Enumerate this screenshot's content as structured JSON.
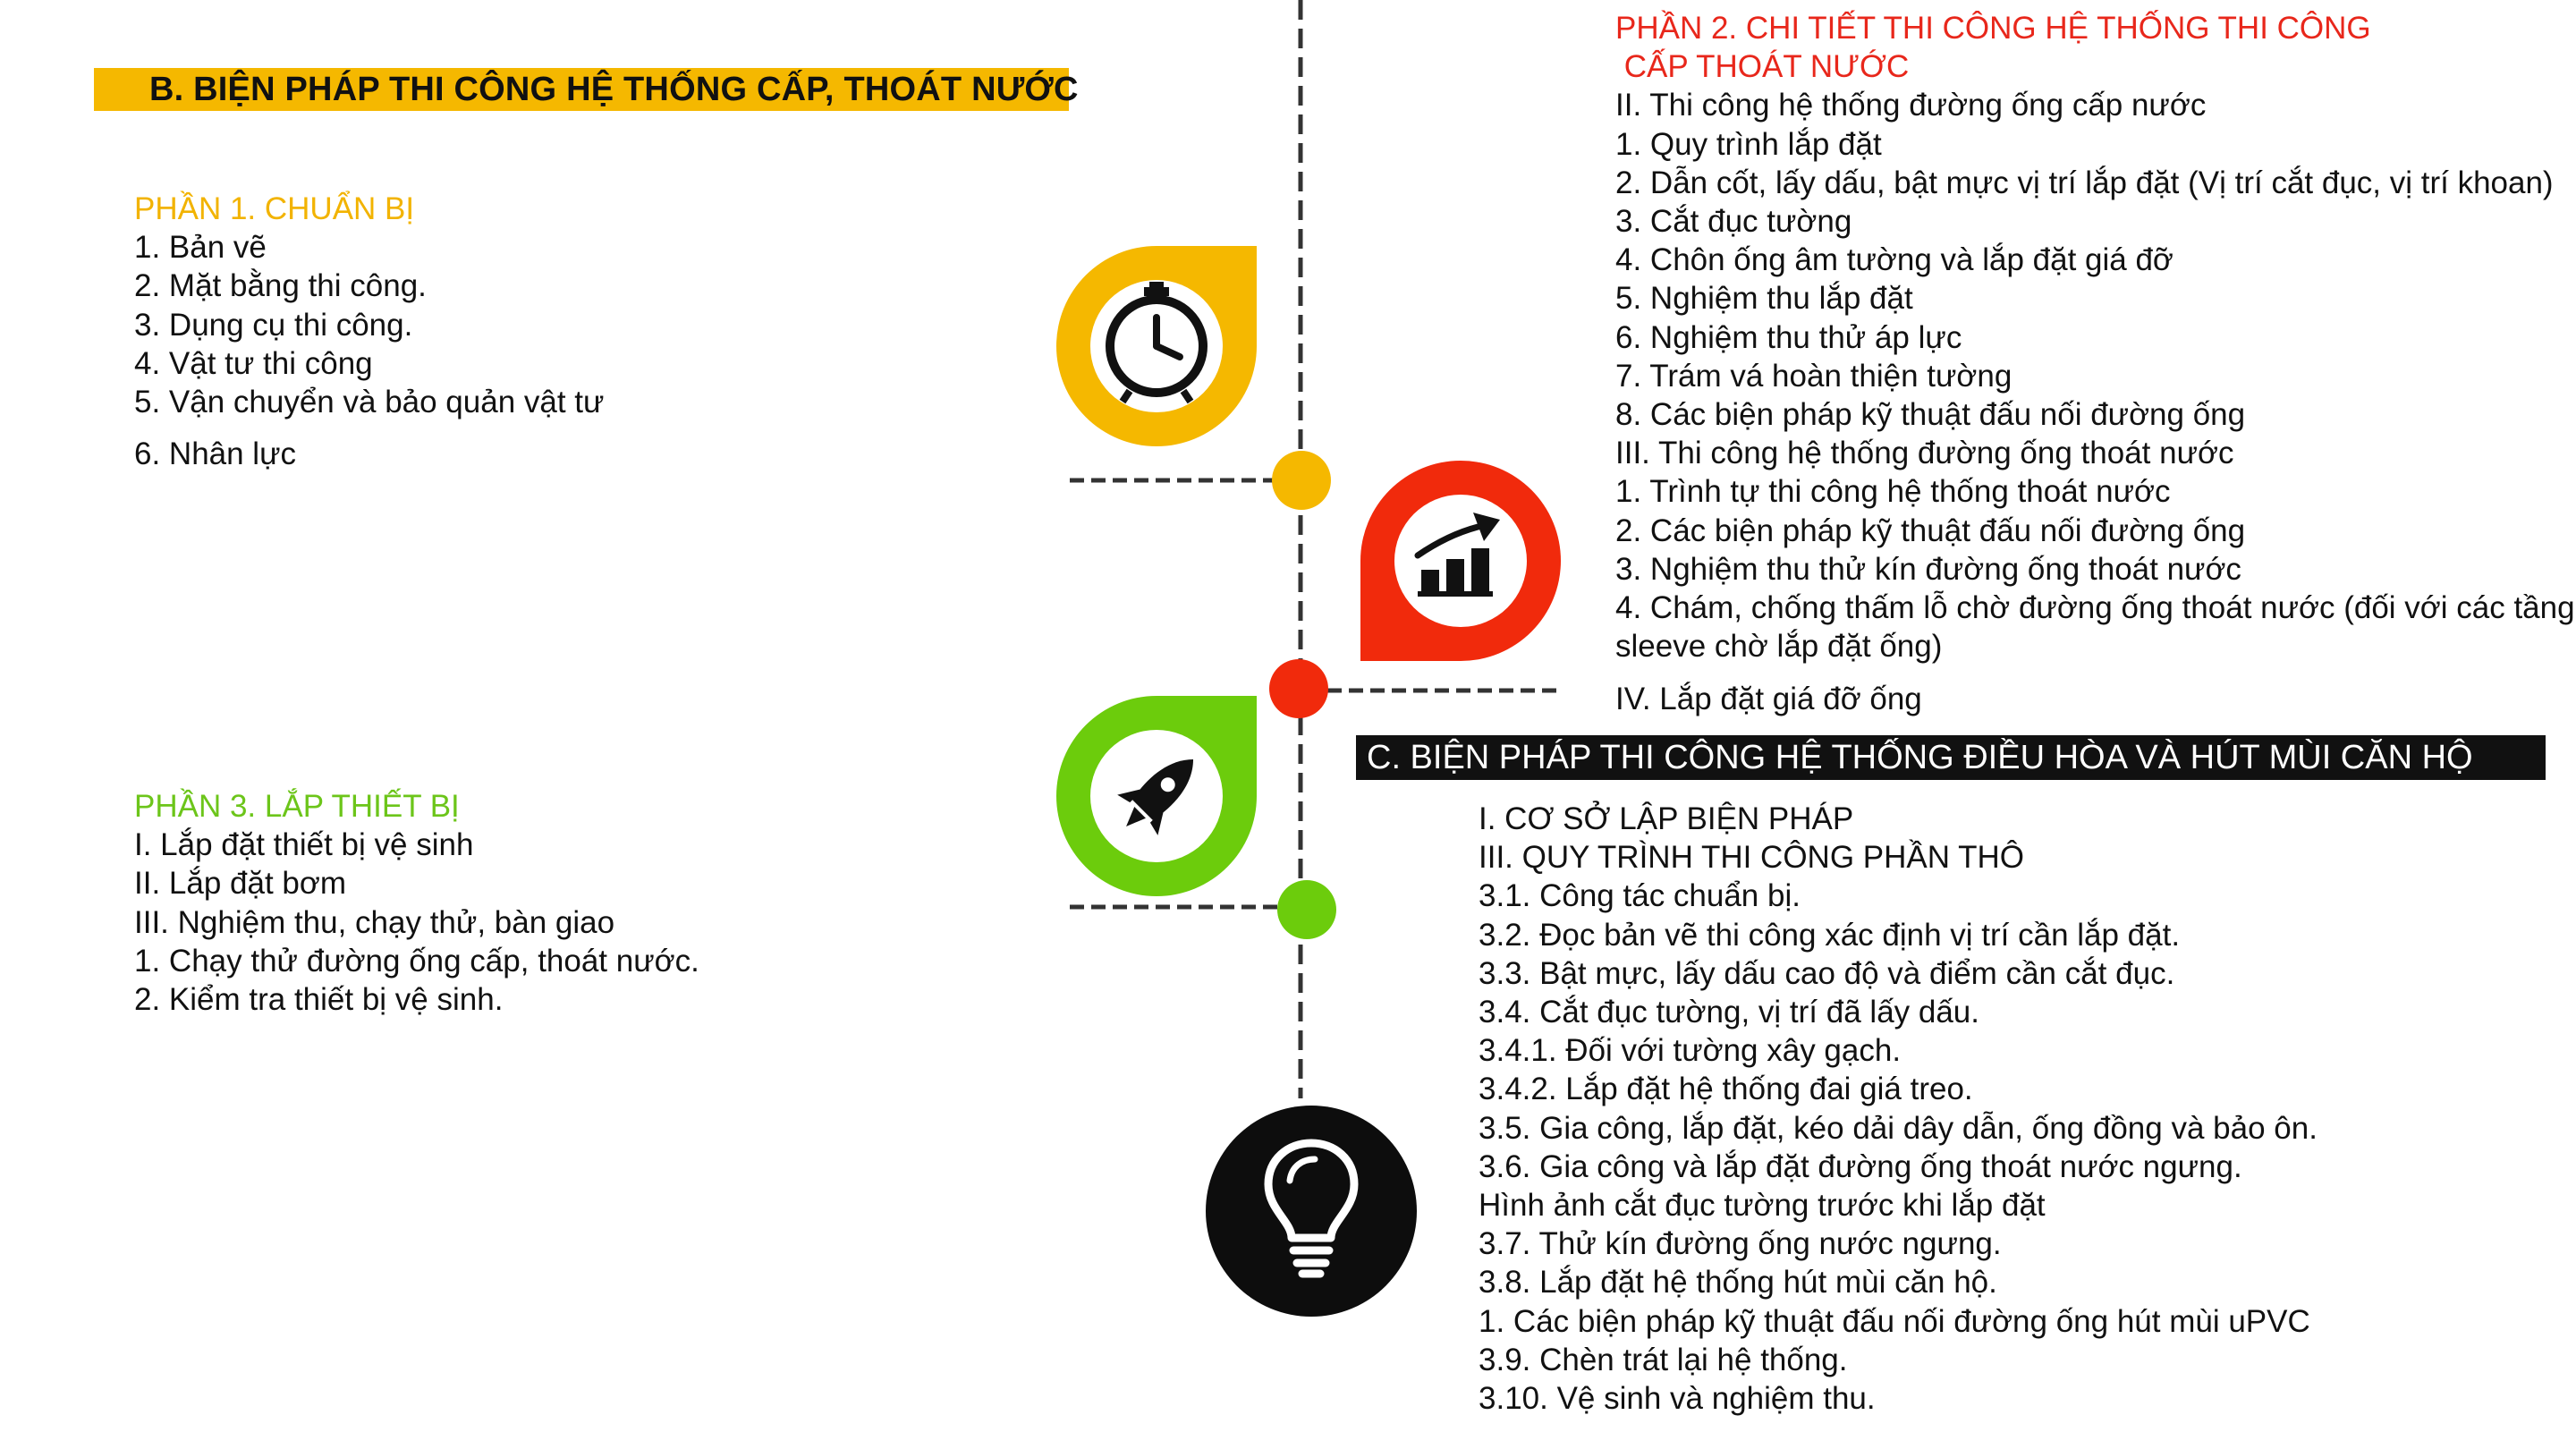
{
  "section_b": {
    "title": "B. BIỆN PHÁP THI CÔNG HỆ THỐNG CẤP, THOÁT NƯỚC"
  },
  "part1": {
    "heading": "PHẦN 1. CHUẨN BỊ",
    "items": [
      "1. Bản vẽ",
      "2. Mặt bằng thi công.",
      "3. Dụng cụ thi công.",
      "4. Vật tư thi công",
      "5.  Vận chuyển và bảo quản vật tư",
      "6. Nhân lực"
    ]
  },
  "part2": {
    "heading_line1": "PHẦN 2. CHI TIẾT THI CÔNG HỆ THỐNG THI CÔNG",
    "heading_line2": " CẤP THOÁT NƯỚC",
    "items": [
      "II. Thi công hệ thống đường ống cấp nước",
      "1. Quy trình lắp đặt",
      "2. Dẫn cốt, lấy dấu, bật mực vị trí lắp đặt (Vị trí cắt đục, vị trí khoan)",
      "3. Cắt đục tường",
      "4. Chôn ống âm tường và lắp đặt giá đỡ",
      "5. Nghiệm thu lắp đặt",
      "6. Nghiệm thu thử áp lực",
      "7. Trám vá hoàn thiện tường",
      "8. Các biện pháp kỹ thuật đấu nối đường ống",
      "III. Thi công hệ thống đường ống thoát nước",
      "1. Trình tự thi công hệ thống thoát nước",
      "2. Các biện pháp kỹ thuật đấu nối đường ống",
      "3. Nghiệm thu thử kín đường ống thoát nước",
      "4. Chám, chống thấm lỗ chờ đường ống thoát nước (đối với các tầng",
      "sleeve chờ lắp đặt ống)"
    ],
    "last_item": "IV. Lắp đặt giá đỡ ống"
  },
  "section_c": {
    "title": "C. BIỆN PHÁP THI CÔNG HỆ THỐNG ĐIỀU HÒA VÀ HÚT MÙI CĂN HỘ",
    "items": [
      "I. CƠ SỞ LẬP BIỆN PHÁP",
      "III. QUY TRÌNH THI CÔNG PHẦN THÔ",
      "3.1. Công tác chuẩn bị.",
      "3.2. Đọc bản vẽ thi công xác định vị trí cần lắp đặt.",
      "3.3. Bật mực, lấy dấu cao độ và điểm cần cắt đục.",
      "3.4. Cắt đục tường, vị trí đã lấy dấu.",
      "3.4.1. Đối với tường xây gạch.",
      "3.4.2. Lắp đặt hệ thống đai giá treo.",
      "3.5. Gia công, lắp đặt, kéo dải dây dẫn, ống đồng và bảo ôn.",
      "3.6. Gia công và lắp đặt đường ống thoát nước ngưng.",
      "Hình ảnh cắt đục tường trước khi lắp đặt",
      "3.7. Thử kín đường ống nước ngưng.",
      "3.8. Lắp đặt hệ thống hút mùi căn hộ.",
      "1. Các biện pháp kỹ thuật đấu nối đường ống hút mùi uPVC",
      "3.9. Chèn trát lại hệ thống.",
      "3.10. Vệ sinh và nghiệm thu."
    ]
  },
  "part3": {
    "heading": "PHẦN 3. LẮP THIẾT BỊ",
    "items": [
      "I. Lắp đặt thiết bị vệ sinh",
      "II. Lắp đặt bơm",
      "III. Nghiệm thu, chạy thử, bàn giao",
      "1. Chạy thử đường ống cấp, thoát nước.",
      "2. Kiểm tra thiết bị vệ sinh."
    ]
  },
  "icons": {
    "clock": "clock-icon",
    "chart": "growth-chart-icon",
    "rocket": "rocket-icon",
    "bulb": "lightbulb-icon"
  },
  "colors": {
    "yellow": "#f5b800",
    "red": "#f12a0c",
    "green": "#6ccc0c",
    "black": "#0d0d0d",
    "part2_heading": "#e8271b",
    "part1_heading": "#f2b300",
    "part3_heading": "#6cc51a"
  }
}
